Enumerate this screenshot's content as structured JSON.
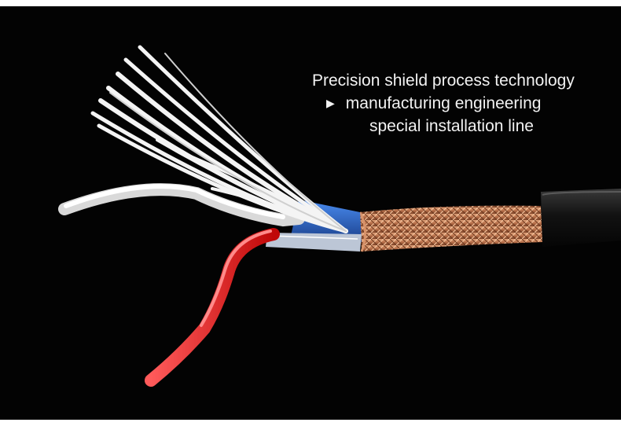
{
  "caption": {
    "line1": "Precision shield process technology",
    "line2_marker": "▶",
    "line2": "manufacturing engineering",
    "line3": "special installation line"
  },
  "colors": {
    "background": "#030303",
    "copper_braid": "#c07a52",
    "red_conductor": "#e01414",
    "white_conductor": "#f0f0f0",
    "foil_shield": "#2a6fd6"
  }
}
